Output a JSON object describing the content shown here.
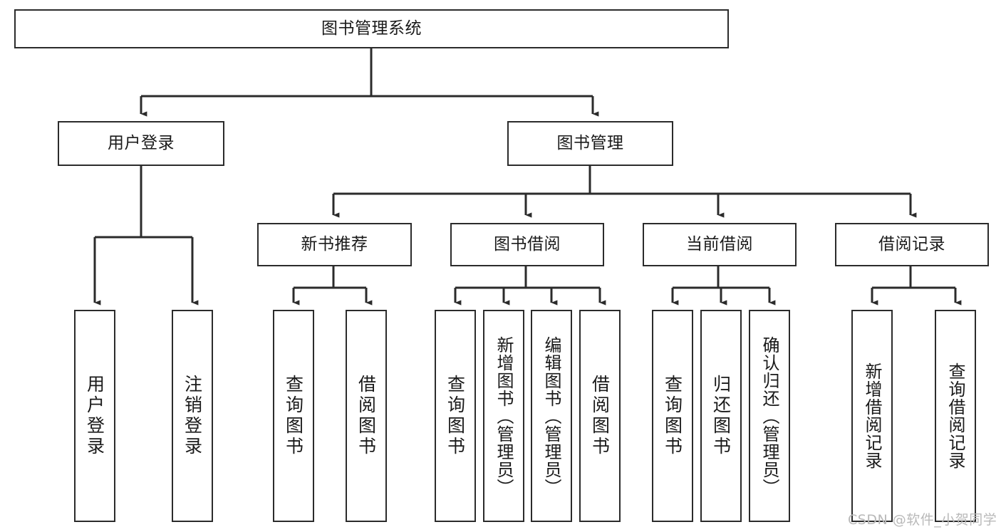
{
  "diagram": {
    "type": "tree-hierarchy-chart",
    "title": "图书管理系统",
    "stroke_color": "#2b2b2b",
    "background_color": "#ffffff",
    "text_color": "#1a1a1a",
    "nodes": {
      "root": {
        "label": "图书管理系统",
        "level": 1,
        "orientation": "horizontal"
      },
      "user_login": {
        "label": "用户登录",
        "level": 2,
        "orientation": "horizontal"
      },
      "book_manage": {
        "label": "图书管理",
        "level": 2,
        "orientation": "horizontal"
      },
      "new_book_rec": {
        "label": "新书推荐",
        "level": 3,
        "orientation": "horizontal"
      },
      "book_borrow": {
        "label": "图书借阅",
        "level": 3,
        "orientation": "horizontal"
      },
      "current_borrow": {
        "label": "当前借阅",
        "level": 3,
        "orientation": "horizontal"
      },
      "borrow_record": {
        "label": "借阅记录",
        "level": 3,
        "orientation": "horizontal"
      },
      "leaf_user_login": {
        "label": "用户登录",
        "level": 4,
        "orientation": "vertical"
      },
      "leaf_logout": {
        "label": "注销登录",
        "level": 4,
        "orientation": "vertical"
      },
      "leaf_query_book_1": {
        "label": "查询图书",
        "level": 4,
        "orientation": "vertical"
      },
      "leaf_borrow_book_1": {
        "label": "借阅图书",
        "level": 4,
        "orientation": "vertical"
      },
      "leaf_query_book_2": {
        "label": "查询图书",
        "level": 4,
        "orientation": "vertical"
      },
      "leaf_add_book": {
        "label": "新增图书（管理员）",
        "level": 4,
        "orientation": "vertical"
      },
      "leaf_edit_book": {
        "label": "编辑图书（管理员）",
        "level": 4,
        "orientation": "vertical"
      },
      "leaf_borrow_book_2": {
        "label": "借阅图书",
        "level": 4,
        "orientation": "vertical"
      },
      "leaf_query_book_3": {
        "label": "查询图书",
        "level": 4,
        "orientation": "vertical"
      },
      "leaf_return_book": {
        "label": "归还图书",
        "level": 4,
        "orientation": "vertical"
      },
      "leaf_confirm_return": {
        "label": "确认归还（管理员）",
        "level": 4,
        "orientation": "vertical"
      },
      "leaf_add_record": {
        "label": "新增借阅记录",
        "level": 4,
        "orientation": "vertical"
      },
      "leaf_query_record": {
        "label": "查询借阅记录",
        "level": 4,
        "orientation": "vertical"
      }
    },
    "edges": [
      {
        "from": "root",
        "to": "user_login"
      },
      {
        "from": "root",
        "to": "book_manage"
      },
      {
        "from": "book_manage",
        "to": "new_book_rec"
      },
      {
        "from": "book_manage",
        "to": "book_borrow"
      },
      {
        "from": "book_manage",
        "to": "current_borrow"
      },
      {
        "from": "book_manage",
        "to": "borrow_record"
      },
      {
        "from": "user_login",
        "to": "leaf_user_login"
      },
      {
        "from": "user_login",
        "to": "leaf_logout"
      },
      {
        "from": "new_book_rec",
        "to": "leaf_query_book_1"
      },
      {
        "from": "new_book_rec",
        "to": "leaf_borrow_book_1"
      },
      {
        "from": "book_borrow",
        "to": "leaf_query_book_2"
      },
      {
        "from": "book_borrow",
        "to": "leaf_add_book"
      },
      {
        "from": "book_borrow",
        "to": "leaf_edit_book"
      },
      {
        "from": "book_borrow",
        "to": "leaf_borrow_book_2"
      },
      {
        "from": "current_borrow",
        "to": "leaf_query_book_3"
      },
      {
        "from": "current_borrow",
        "to": "leaf_return_book"
      },
      {
        "from": "current_borrow",
        "to": "leaf_confirm_return"
      },
      {
        "from": "borrow_record",
        "to": "leaf_add_record"
      },
      {
        "from": "borrow_record",
        "to": "leaf_query_record"
      }
    ]
  },
  "watermark": {
    "text": "CSDN @软件_小贺同学",
    "color": "#b9b9b9"
  }
}
